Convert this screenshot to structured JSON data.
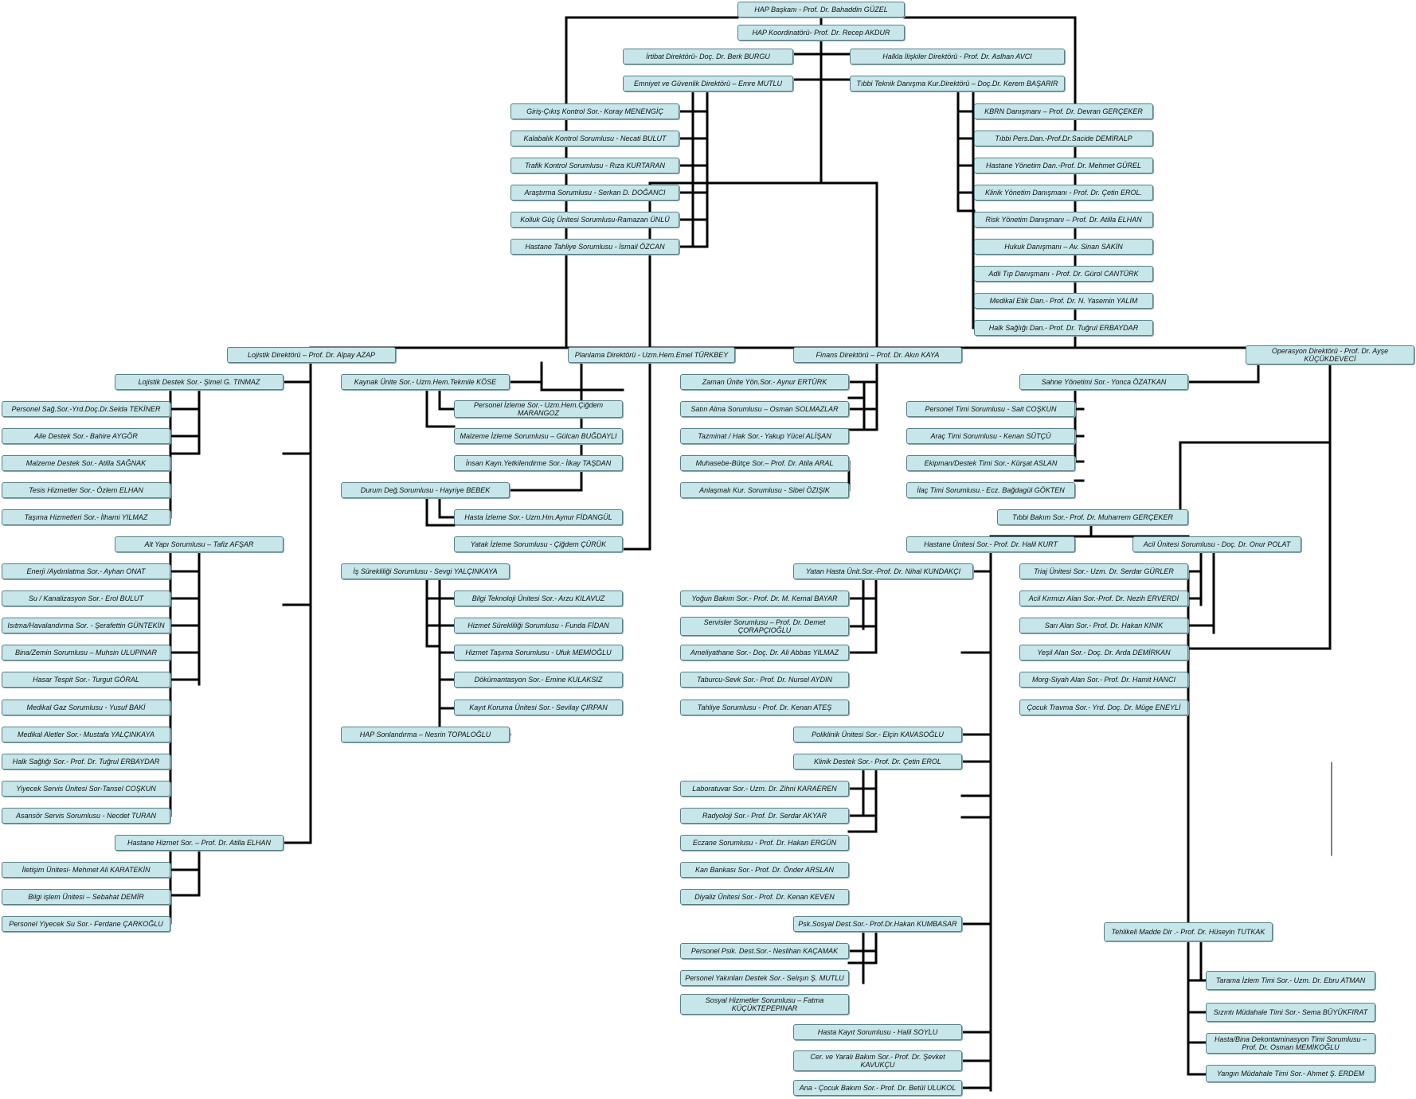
{
  "colors": {
    "box_fill": "#c6e6ea",
    "box_border": "#5a7f86",
    "connector": "#000000"
  },
  "nodes": [
    {
      "id": "n1",
      "label": "HAP Başkanı - Prof. Dr. Bahaddin GÜZEL"
    },
    {
      "id": "n2",
      "label": "HAP Koordinatörü- Prof. Dr. Recep AKDUR"
    },
    {
      "id": "n3",
      "label": "İrtibat Direktörü- Doç. Dr. Berk BURGU"
    },
    {
      "id": "n4",
      "label": "Emniyet ve Güvenlik Direktörü – Emre MUTLU"
    },
    {
      "id": "n5",
      "label": "Halkla İlişkiler Direktörü - Prof. Dr. Aslhan AVCI"
    },
    {
      "id": "n6",
      "label": "Tıbbi Teknik Danışma Kur.Direktörü – Doç.Dr. Kerem BAŞARIR"
    },
    {
      "id": "n7",
      "label": "Giriş-Çıkış Kontrol Sor.- Koray MENENGİÇ"
    },
    {
      "id": "n8",
      "label": "Kalabalık Kontrol Sorumlusu - Necati BULUT"
    },
    {
      "id": "n9",
      "label": "Trafik Kontrol Sorumlusu - Rıza KURTARAN"
    },
    {
      "id": "n10",
      "label": "Araştırma Sorumlusu - Serkan D. DOĞANCI"
    },
    {
      "id": "n11",
      "label": "Kolluk Güç Ünitesi Sorumlusu-Ramazan ÜNLÜ"
    },
    {
      "id": "n12",
      "label": "Hastane Tahliye Sorumlusu - İsmail ÖZCAN"
    },
    {
      "id": "n13",
      "label": "KBRN Danışmanı – Prof. Dr. Devran GERÇEKER"
    },
    {
      "id": "n14",
      "label": "Tıbbi Pers.Dan.-Prof.Dr.Sacide DEMİRALP"
    },
    {
      "id": "n15",
      "label": "Hastane Yönetim Dan.-Prof. Dr. Mehmet GÜREL"
    },
    {
      "id": "n16",
      "label": "Klinik Yönetim Danışmanı - Prof. Dr. Çetin EROL."
    },
    {
      "id": "n17",
      "label": "Risk Yönetim Danışmanı – Prof. Dr. Atilla ELHAN"
    },
    {
      "id": "n18",
      "label": "Hukuk Danışmanı – Av. Sinan SAKİN"
    },
    {
      "id": "n19",
      "label": "Adli Tıp Danışmanı - Prof. Dr. Gürol CANTÜRK"
    },
    {
      "id": "n20",
      "label": "Medikal Etik Dan.- Prof. Dr. N. Yasemin YALIM"
    },
    {
      "id": "n21",
      "label": "Halk Sağlığı Dan.- Prof. Dr. Tuğrul ERBAYDAR"
    },
    {
      "id": "n22",
      "label": "Lojistik Direktörü – Prof. Dr. Alpay AZAP"
    },
    {
      "id": "n23",
      "label": "Planlama Direktörü - Uzm.Hem.Emel TÜRKBEY"
    },
    {
      "id": "n24",
      "label": "Finans Direktörü – Prof. Dr. Akın KAYA"
    },
    {
      "id": "n25",
      "label": "Operasyon Direktörü - Prof. Dr. Ayşe\nKÜÇÜKDEVECİ"
    },
    {
      "id": "n26",
      "label": "Lojistik Destek Sor.- Şimel G. TINMAZ"
    },
    {
      "id": "n27",
      "label": "Personel Sağ.Sor.-Yrd.Doç.Dr.Selda TEKİNER"
    },
    {
      "id": "n28",
      "label": "Aile Destek Sor.- Bahire AYGÖR"
    },
    {
      "id": "n29",
      "label": "Malzeme Destek Sor.- Atilla SAĞNAK"
    },
    {
      "id": "n30",
      "label": "Tesis Hizmetler Sor.- Özlem ELHAN"
    },
    {
      "id": "n31",
      "label": "Taşıma Hizmetleri Sor.- İlhami YILMAZ"
    },
    {
      "id": "n32",
      "label": "Alt Yapı Sorumlusu – Tafiz AFŞAR"
    },
    {
      "id": "n33",
      "label": "Enerji /Aydınlatma Sor.- Ayhan ONAT"
    },
    {
      "id": "n34",
      "label": "Su / Kanalizasyon Sor.- Erol BULUT"
    },
    {
      "id": "n35",
      "label": "Isıtma/Havalandırma Sor. - Şerafettin GÜNTEKİN"
    },
    {
      "id": "n36",
      "label": "Bina/Zemin Sorumlusu – Muhsin ULUPINAR"
    },
    {
      "id": "n37",
      "label": "Hasar Tespit Sor.- Turgut GÖRAL"
    },
    {
      "id": "n38",
      "label": "Medikal Gaz Sorumlusu - Yusuf BAKİ"
    },
    {
      "id": "n39",
      "label": "Medikal Aletler Sor.- Mustafa YALÇINKAYA"
    },
    {
      "id": "n40",
      "label": "Halk Sağlığı Sor.- Prof. Dr. Tuğrul ERBAYDAR"
    },
    {
      "id": "n41",
      "label": "Yiyecek Servis Ünitesi Sor-Tansel COŞKUN"
    },
    {
      "id": "n42",
      "label": "Asansör Servis Sorumlusu - Necdet TURAN"
    },
    {
      "id": "n43",
      "label": "Hastane Hizmet Sor. – Prof. Dr. Atilla ELHAN"
    },
    {
      "id": "n44",
      "label": "İletişim Ünitesi- Mehmet Ali KARATEKİN"
    },
    {
      "id": "n45",
      "label": "Bilgi işlem Ünitesi – Sebahat DEMİR"
    },
    {
      "id": "n46",
      "label": "Personel Yiyecek Su Sor.- Ferdane ÇARKOĞLU"
    },
    {
      "id": "n47",
      "label": "Kaynak Ünite Sor.- Uzm.Hem.Tekmile KÖSE"
    },
    {
      "id": "n48",
      "label": "Personel İzleme Sor.- Uzm.Hem.Çiğdem\nMARANGOZ"
    },
    {
      "id": "n49",
      "label": "Malzeme İzleme Sorumlusu – Gülcan BUĞDAYLI"
    },
    {
      "id": "n50",
      "label": "İnsan Kayn.Yetkilendirme Sor.- İlkay TAŞDAN"
    },
    {
      "id": "n51",
      "label": "Durum Değ.Sorumlusu - Hayriye BEBEK"
    },
    {
      "id": "n52",
      "label": "Hasta İzleme Sor.- Uzm.Hm.Aynur FİDANGÜL"
    },
    {
      "id": "n53",
      "label": "Yatak İzleme Sorumlusu - Çiğdem ÇÜRÜK"
    },
    {
      "id": "n54",
      "label": "İş Sürekliliği Sorumlusu - Sevgi YALÇINKAYA"
    },
    {
      "id": "n55",
      "label": "Bilgi Teknoloji Ünitesi Sor.- Arzu KILAVUZ"
    },
    {
      "id": "n56",
      "label": "Hizmet Sürekliliği Sorumlusu - Funda FİDAN"
    },
    {
      "id": "n57",
      "label": "Hizmet Taşıma Sorumlusu - Ufuk MEMİOĞLU"
    },
    {
      "id": "n58",
      "label": "Dökümantasyon Sor.- Emine KULAKSIZ"
    },
    {
      "id": "n59",
      "label": "Kayıt Koruma Ünitesi Sor.- Sevilay ÇIRPAN"
    },
    {
      "id": "n60",
      "label": "HAP Sonlandırma – Nesrin TOPALOĞLU"
    },
    {
      "id": "n61",
      "label": "Zaman Ünite Yön.Sor.- Aynur ERTÜRK"
    },
    {
      "id": "n62",
      "label": "Satın Alma Sorumlusu – Osman SOLMAZLAR"
    },
    {
      "id": "n63",
      "label": "Tazminat / Hak Sor.- Yakup Yücel ALİŞAN"
    },
    {
      "id": "n64",
      "label": "Muhasebe-Bütçe Sor.– Prof. Dr. Atila ARAL"
    },
    {
      "id": "n65",
      "label": "Anlaşmalı Kur. Sorumlusu - Sibel ÖZIŞIK"
    },
    {
      "id": "n66",
      "label": "Sahne Yönetimi Sor.- Yonca ÖZATKAN"
    },
    {
      "id": "n67",
      "label": "Personel Timi Sorumlusu - Sait COŞKUN"
    },
    {
      "id": "n68",
      "label": "Araç Timi Sorumlusu - Kenan SÜTÇÜ"
    },
    {
      "id": "n69",
      "label": "Ekipman/Destek Timi Sor.- Kürşat ASLAN"
    },
    {
      "id": "n70",
      "label": "İlaç Timi Sorumlusu.- Ecz. Bağdagül GÖKTEN"
    },
    {
      "id": "n71",
      "label": "Tıbbi Bakım Sor.- Prof. Dr. Muharrem GERÇEKER"
    },
    {
      "id": "n72",
      "label": "Hastane Ünitesi Sor.- Prof. Dr. Halil KURT"
    },
    {
      "id": "n73",
      "label": "Acil Ünitesi Sorumlusu - Doç. Dr. Onur POLAT"
    },
    {
      "id": "n74",
      "label": "Yatan Hasta Ünit.Sor.-Prof. Dr. Nihal KUNDAKÇI"
    },
    {
      "id": "n75",
      "label": "Yoğun Bakım Sor.- Prof. Dr. M. Kemal BAYAR"
    },
    {
      "id": "n76",
      "label": "Servisler Sorumlusu – Prof. Dr. Demet\nÇORAPÇIOĞLU"
    },
    {
      "id": "n77",
      "label": "Ameliyathane Sor.- Doç. Dr. Ali Abbas YILMAZ"
    },
    {
      "id": "n78",
      "label": "Taburcu-Sevk Sor.- Prof. Dr. Nursel AYDIN"
    },
    {
      "id": "n79",
      "label": "Tahliye Sorumlusu - Prof. Dr. Kenan ATEŞ"
    },
    {
      "id": "n80",
      "label": "Triaj Ünitesi Sor.- Uzm. Dr. Serdar GÜRLER"
    },
    {
      "id": "n81",
      "label": "Acil Kırmızı Alan Sor.-Prof. Dr. Nezih ERVERDİ"
    },
    {
      "id": "n82",
      "label": "Sarı Alan Sor.- Prof. Dr. Hakan KINIK"
    },
    {
      "id": "n83",
      "label": "Yeşil Alan Sor.- Doç. Dr. Arda DEMİRKAN"
    },
    {
      "id": "n84",
      "label": "Morg-Siyah Alan Sor.- Prof. Dr. Hamit HANCI"
    },
    {
      "id": "n85",
      "label": "Çocuk Travma Sor.- Yrd. Doç. Dr. Müge ENEYLİ"
    },
    {
      "id": "n86",
      "label": "Poliklinik Ünitesi Sor.- Elçin KAVASOĞLU"
    },
    {
      "id": "n87",
      "label": "Klinik Destek Sor.- Prof. Dr. Çetin EROL"
    },
    {
      "id": "n88",
      "label": "Laboratuvar Sor.- Uzm. Dr. Zihni KARAEREN"
    },
    {
      "id": "n89",
      "label": "Radyoloji Sor.- Prof. Dr. Serdar AKYAR"
    },
    {
      "id": "n90",
      "label": "Eczane Sorumlusu - Prof. Dr. Hakan ERGÜN"
    },
    {
      "id": "n91",
      "label": "Kan Bankası Sor.- Prof. Dr. Önder ARSLAN"
    },
    {
      "id": "n92",
      "label": "Diyaliz Ünitesi Sor.- Prof. Dr. Kenan KEVEN"
    },
    {
      "id": "n93",
      "label": "Psk.Sosyal Dest.Sor.- Prof.Dr.Hakan KUMBASAR"
    },
    {
      "id": "n94",
      "label": "Personel Psik. Dest.Sor.- Neslihan KAÇAMAK"
    },
    {
      "id": "n95",
      "label": "Personel Yakınları Destek Sor.- Selışın Ş. MUTLU"
    },
    {
      "id": "n96",
      "label": "Sosyal Hizmetler Sorumlusu – Fatma\nKÜÇÜKTEPEPINAR"
    },
    {
      "id": "n97",
      "label": "Hasta Kayıt Sorumlusu - Halil SOYLU"
    },
    {
      "id": "n98",
      "label": "Cer. ve Yaralı Bakım Sor.- Prof. Dr. Şevket\nKAVUKÇU"
    },
    {
      "id": "n99",
      "label": "Ana - Çocuk Bakım Sor.- Prof. Dr. Betül ULUKOL"
    },
    {
      "id": "n100",
      "label": "Tehlikeli Madde Dir .- Prof. Dr. Hüseyin TUTKAK"
    },
    {
      "id": "n101",
      "label": "Tarama İzlem Timi Sor.- Uzm. Dr. Ebru ATMAN"
    },
    {
      "id": "n102",
      "label": "Sızıntı Müdahale Timi Sor.- Sema BÜYÜKFIRAT"
    },
    {
      "id": "n103",
      "label": "Hasta/Bina Dekontaminasyon Timi Sorumlusu –\nProf. Dr. Osman MEMİKOĞLU"
    },
    {
      "id": "n104",
      "label": "Yangın Müdahale Timi Sor.- Ahmet Ş. ERDEM"
    }
  ]
}
